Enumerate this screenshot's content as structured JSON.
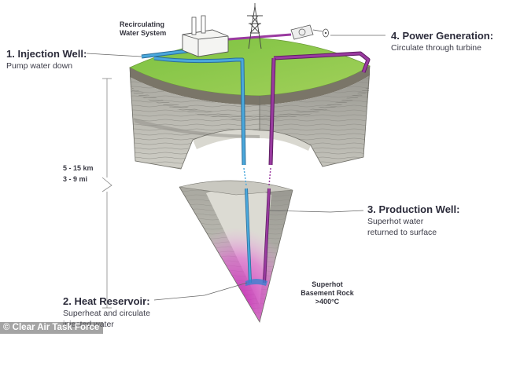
{
  "labels": {
    "injection": {
      "title": "1. Injection Well:",
      "sub": "Pump water down"
    },
    "power": {
      "title": "4. Power Generation:",
      "sub": "Circulate through turbine"
    },
    "production": {
      "title": "3. Production Well:",
      "sub1": "Superhot water",
      "sub2": "returned to surface"
    },
    "reservoir": {
      "title": "2. Heat Reservoir:",
      "sub1": "Superheat and circulate",
      "sub2": "injected water"
    },
    "recirc": {
      "line1": "Recirculating",
      "line2": "Water System"
    },
    "depth": {
      "km": "5 - 15 km",
      "mi": "3 - 9 mi"
    },
    "rock": {
      "line1": "Superhot",
      "line2": "Basement Rock",
      "line3": ">400°C"
    }
  },
  "watermark": "© Clear Air Task Force",
  "colors": {
    "injection_pipe": "#4aa8dc",
    "production_pipe": "#9a3aa0",
    "grass": "#8bc34a",
    "hot_zone": "#d32fbf",
    "rock": "#b9b8b0"
  }
}
